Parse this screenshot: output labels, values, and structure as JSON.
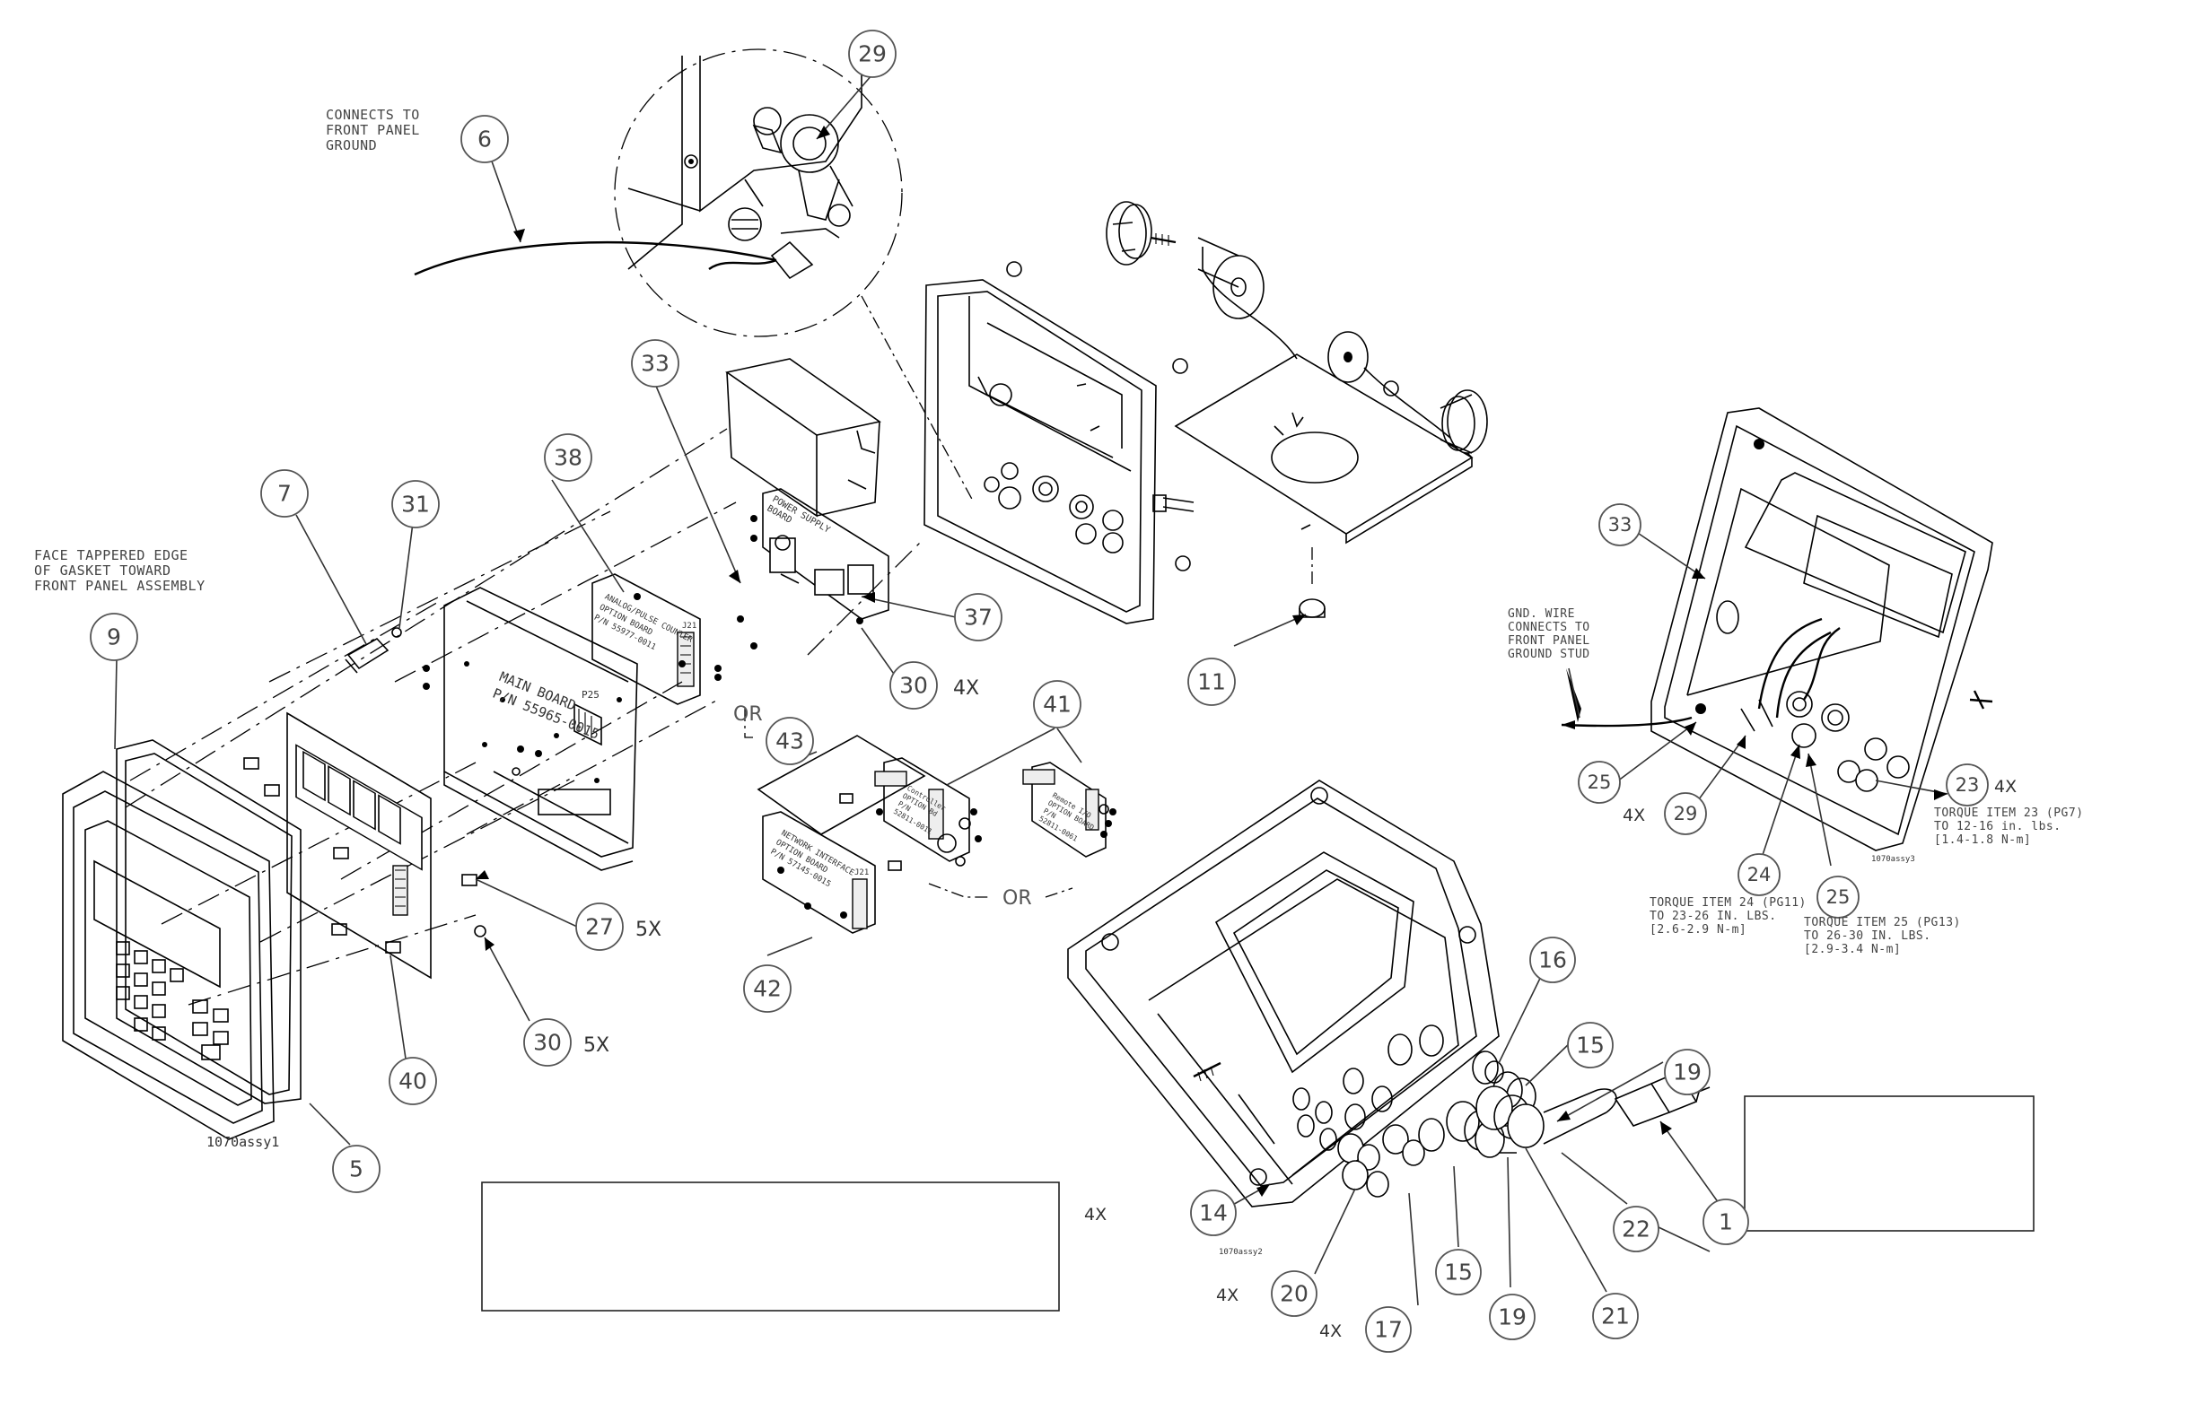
{
  "notes": {
    "front_panel_ground": [
      "CONNECTS TO",
      "FRONT PANEL",
      "GROUND"
    ],
    "gasket": [
      "FACE TAPPERED EDGE",
      "OF GASKET TOWARD",
      "FRONT PANEL ASSEMBLY"
    ],
    "gnd_wire": [
      "GND. WIRE",
      "CONNECTS TO",
      "FRONT PANEL",
      "GROUND STUD"
    ],
    "torque_24": [
      "TORQUE ITEM 24 (PG11)",
      "TO 23-26 IN. LBS.",
      "[2.6-2.9 N-m]"
    ],
    "torque_25": [
      "TORQUE ITEM 25 (PG13)",
      "TO 26-30 IN. LBS.",
      "[2.9-3.4 N-m]"
    ],
    "torque_23": [
      "TORQUE ITEM 23 (PG7)",
      "TO 12-16 in. lbs.",
      "[1.4-1.8 N-m]"
    ]
  },
  "drawing_labels": {
    "assy1": "1070assy1",
    "assy2": "1070assy3",
    "assy3": "1070assy2"
  },
  "board_labels": {
    "main_board": [
      "MAIN BOARD",
      "P/N 55965-0015"
    ],
    "p25": "P25",
    "analog_board": [
      "ANALOG/PULSE COUNTER",
      "OPTION BOARD",
      "P/N 55977-0011"
    ],
    "j21": "J21",
    "power_supply": [
      "POWER SUPPLY",
      "BOARD"
    ],
    "controller_board": [
      "Controller",
      "OPTION Bd",
      "P/N",
      "52811-0011"
    ],
    "remote_io_board": [
      "Remote I/O",
      "OPTION BOARD",
      "P/N",
      "52811-0061"
    ],
    "network_board": [
      "NETWORK INTERFACE",
      "OPTION BOARD",
      "P/N 57145-0015"
    ],
    "j21b": "J21"
  },
  "or_labels": [
    "OR",
    "OR"
  ],
  "multipliers": {
    "m30a": "4X",
    "m27": "5X",
    "m30b": "5X",
    "m14": "4X",
    "m20": "4X",
    "m17": "4X",
    "m29": "4X",
    "m23": "4X"
  },
  "balloons": {
    "b29top": "29",
    "b6": "6",
    "b33": "33",
    "b38": "38",
    "b7": "7",
    "b31": "31",
    "b9": "9",
    "b37": "37",
    "b30a": "30",
    "b43": "43",
    "b41": "41",
    "b11": "11",
    "b27": "27",
    "b30b": "30",
    "b40": "40",
    "b5": "5",
    "b42": "42",
    "b33r": "33",
    "b25r": "25",
    "b29r": "29",
    "b24": "24",
    "b25b": "25",
    "b23": "23",
    "b16": "16",
    "b15a": "15",
    "b19a": "19",
    "b14": "14",
    "b20": "20",
    "b17": "17",
    "b15b": "15",
    "b19b": "19",
    "b21": "21",
    "b22": "22",
    "b1": "1"
  }
}
